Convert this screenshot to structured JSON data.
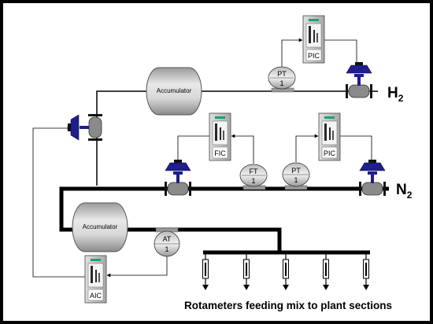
{
  "accumulator_top": {
    "label": "Accumulator"
  },
  "accumulator_bottom": {
    "label": "Accumulator"
  },
  "pt_top": {
    "tag": "PT",
    "num": "1"
  },
  "ft_mid": {
    "tag": "FT",
    "num": "1"
  },
  "pt_mid": {
    "tag": "PT",
    "num": "1"
  },
  "at_bottom": {
    "tag": "AT",
    "num": "1"
  },
  "pic_top": {
    "label": "PIC"
  },
  "fic_mid": {
    "label": "FIC"
  },
  "pic_mid": {
    "label": "PIC"
  },
  "aic_bottom": {
    "label": "AIC"
  },
  "h2_label": {
    "main": "H",
    "sub": "2"
  },
  "n2_label": {
    "main": "N",
    "sub": "2"
  },
  "caption": "Rotameters feeding mix to plant sections",
  "colors": {
    "background": "#000000",
    "panel": "#ffffff",
    "vessel": "#d4d4d4",
    "valve_body": "#1e1e8c",
    "valve_shade": "#8a8a8a",
    "pipe": "#000000"
  }
}
